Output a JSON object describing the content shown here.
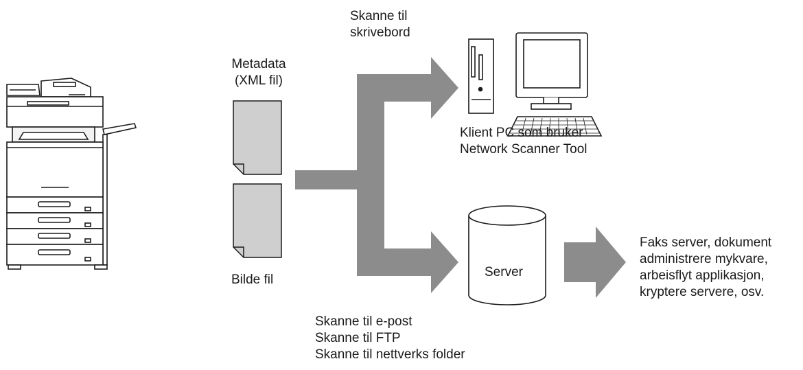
{
  "labels": {
    "scan_desktop": [
      "Skanne til",
      "skrivebord"
    ],
    "metadata": [
      "Metadata",
      "(XML fil)"
    ],
    "image_file": "Bilde fil",
    "client_pc": [
      "Klient PC som bruker",
      "Network Scanner Tool"
    ],
    "server": "Server",
    "server_apps": [
      "Faks server, dokument",
      "administrere mykvare,",
      "arbeisflyt applikasjon,",
      "kryptere servere, osv."
    ],
    "scan_methods": [
      "Skanne til e-post",
      "Skanne til FTP",
      "Skanne til nettverks folder"
    ]
  },
  "colors": {
    "arrow": "#8c8c8c",
    "document_fill": "#cfcfcf",
    "outline": "#1a1a1a",
    "text": "#1a1a1a"
  }
}
